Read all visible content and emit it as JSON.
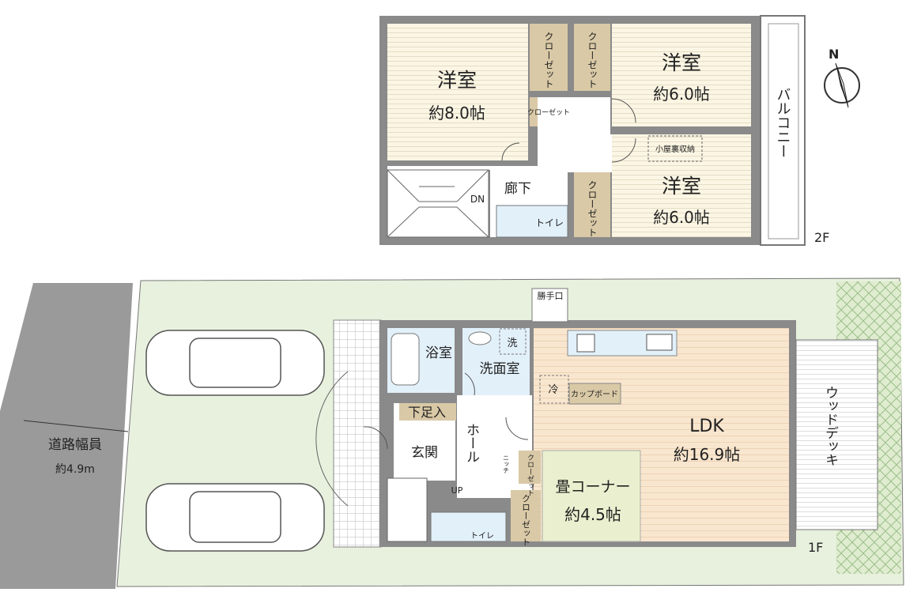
{
  "floor2": {
    "label": "2F",
    "rooms": {
      "western_8": {
        "name": "洋室",
        "size": "約8.0帖"
      },
      "western_6a": {
        "name": "洋室",
        "size": "約6.0帖"
      },
      "western_6b": {
        "name": "洋室",
        "size": "約6.0帖"
      },
      "corridor": "廊下",
      "toilet": "トイレ",
      "balcony": "バルコニー",
      "attic_storage": "小屋裏収納",
      "stairs_down": "DN"
    },
    "closets": [
      "クローゼット",
      "クローゼット",
      "クローゼット",
      "クローゼット"
    ]
  },
  "floor1": {
    "label": "1F",
    "rooms": {
      "ldk": {
        "name": "LDK",
        "size": "約16.9帖"
      },
      "tatami": {
        "name": "畳コーナー",
        "size": "約4.5帖"
      },
      "bath": "浴室",
      "washroom": "洗面室",
      "washer": "洗",
      "fridge": "冷",
      "cupboard": "カップボード",
      "shoe_storage": "下足入",
      "entrance": "玄関",
      "hall": "ホール",
      "niche": "ニッチ",
      "toilet": "トイレ",
      "back_door": "勝手口",
      "wood_deck": "ウッドデッキ",
      "stairs_up": "UP"
    },
    "closets": [
      "クローゼット",
      "クローゼット"
    ]
  },
  "road": {
    "label": "道路幅員",
    "width": "約4.9m"
  },
  "compass": {
    "label": "N"
  },
  "colors": {
    "wall": "#8a8a8a",
    "western_room": "#fbf6e4",
    "closet": "#d9c9a6",
    "wet_area": "#e2f0fa",
    "ldk": "#f9e6cf",
    "tatami": "#eaf0cf",
    "site": "#e8f1de",
    "road": "#9a9a9a"
  }
}
